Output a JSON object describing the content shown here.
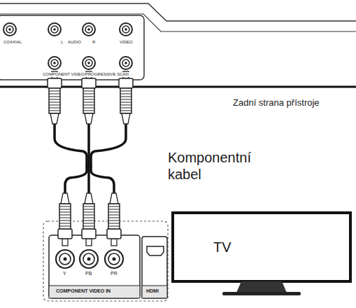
{
  "diagram": {
    "nodes": [
      {
        "text": [
          "TV"
        ]
      }
    ],
    "labels": [
      "COAXIAL",
      "L",
      "AUDIO",
      "R",
      "VIDEO",
      "COMPONENT VIDEO/PROGRESSIVE SCAN",
      "Zadní strana přístroje",
      "Komponentní kabel",
      "Y",
      "PB",
      "PR",
      "COMPONENT VIDEO IN",
      "HDMI"
    ]
  }
}
